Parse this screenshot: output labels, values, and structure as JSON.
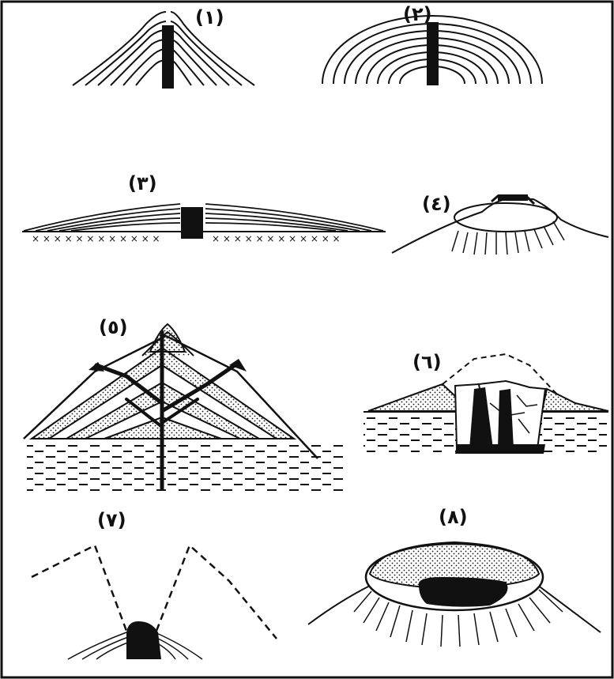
{
  "figure": {
    "panels": [
      {
        "id": "1",
        "label": "(١)"
      },
      {
        "id": "2",
        "label": "(٢)"
      },
      {
        "id": "3",
        "label": "(٣)"
      },
      {
        "id": "4",
        "label": "(٤)"
      },
      {
        "id": "5",
        "label": "(٥)"
      },
      {
        "id": "6",
        "label": "(٦)"
      },
      {
        "id": "7",
        "label": "(٧)"
      },
      {
        "id": "8",
        "label": "(٨)"
      }
    ],
    "colors": {
      "ink": "#111111",
      "paper": "#ffffff"
    }
  }
}
